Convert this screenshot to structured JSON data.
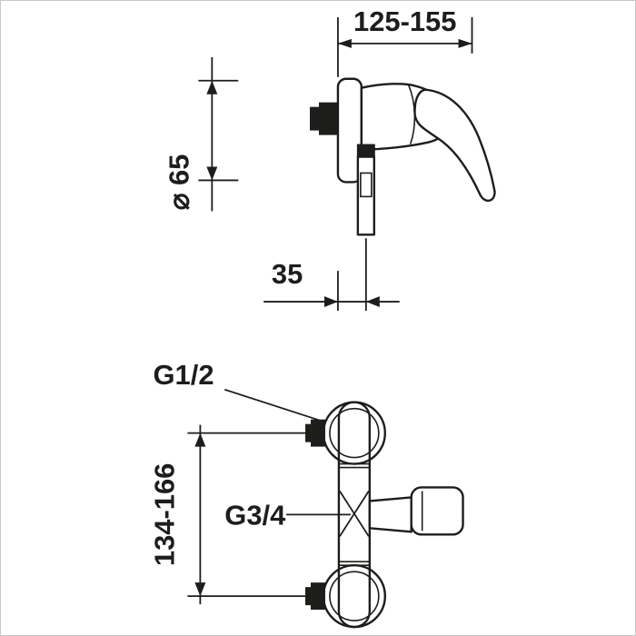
{
  "colors": {
    "line": "#1d1d1b",
    "background": "#ffffff",
    "frame": "#c8c8c8"
  },
  "side_view": {
    "dim_width": "125-155",
    "dim_diameter": "⌀ 65",
    "dim_offset": "35"
  },
  "front_view": {
    "inlet_thread": "G1/2",
    "dim_height": "134-166",
    "outlet_thread": "G3/4"
  }
}
